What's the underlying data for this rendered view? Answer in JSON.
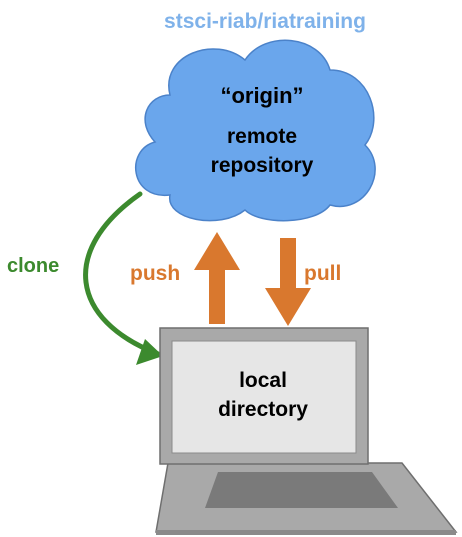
{
  "repo_name": "stsci-riab/riatraining",
  "cloud": {
    "alias": "“origin”",
    "line1": "remote",
    "line2": "repository"
  },
  "actions": {
    "clone": "clone",
    "push": "push",
    "pull": "pull"
  },
  "laptop": {
    "line1": "local",
    "line2": "directory"
  },
  "colors": {
    "repo_text": "#7fb2ea",
    "cloud_fill": "#6aa6ec",
    "cloud_stroke": "#4b82c9",
    "clone": "#3c8a2e",
    "push_pull": "#d9782e",
    "laptop_body": "#a9a9a9",
    "laptop_dark": "#6f6f6f",
    "screen": "#e6e6e6"
  }
}
